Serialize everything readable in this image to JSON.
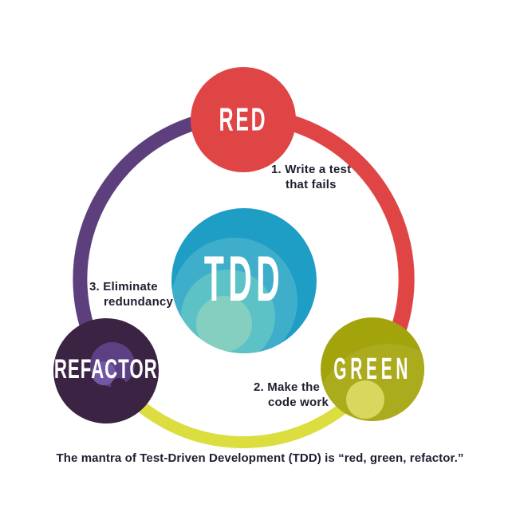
{
  "diagram": {
    "center_label": "TDD",
    "nodes": [
      {
        "id": "red",
        "label": "RED"
      },
      {
        "id": "green",
        "label": "GREEN"
      },
      {
        "id": "refactor",
        "label": "REFACTOR"
      }
    ],
    "steps": [
      {
        "line1": "1. Write a test",
        "line2": "that fails"
      },
      {
        "line1": "2. Make the",
        "line2": "code work"
      },
      {
        "line1": "3. Eliminate",
        "line2": "redundancy"
      }
    ],
    "caption": "The mantra of Test-Driven Development (TDD) is “red, green, refactor.”",
    "colors": {
      "background": "#FFFFFF",
      "red": "#E04546",
      "purple_arc": "#5D3F7D",
      "yellow_arc": "#DCDD3F",
      "olive": "#A3A30C",
      "olive_light": "#ABAB1E",
      "olive_lighter": "#D9D75E",
      "dark_purple": "#3A2343",
      "purple_mid": "#5C4083",
      "purple_light": "#7258A6",
      "teal": "#1E9DC5",
      "teal_light1": "#3FAECB",
      "teal_light2": "#5DC2C6",
      "teal_light3": "#85CFC0",
      "note_text": "#1E1E30",
      "label_text": "#FFFFFF"
    }
  }
}
